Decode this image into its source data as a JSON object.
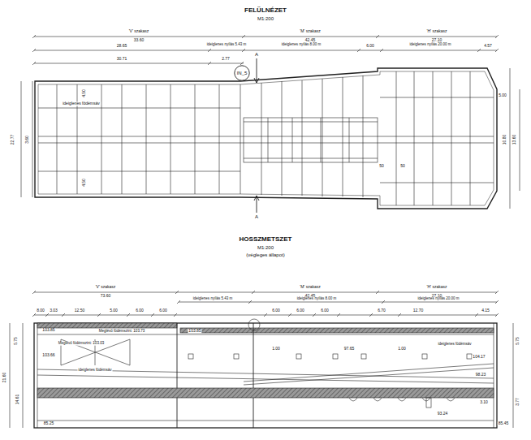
{
  "diagram": {
    "nodes": [
      {
        "text": [
          "IN_5"
        ]
      }
    ],
    "labels": [
      "FELÜLNÉZET",
      "M1:200",
      "'V' szakasz",
      "33.60",
      "'M' szakasz",
      "42.45",
      "'H' szakasz",
      "27.10",
      "28.65",
      "ideiglenes nyílás 5.43 m",
      "ideiglenes nyílás 8.00 m",
      "6.00",
      "ideiglenes nyílás 20.00 m",
      "4.57",
      "30.71",
      "2.77",
      "A",
      "A",
      "ideiglenes födémsáv",
      "22.77",
      "3.60",
      "4.50",
      "4.50",
      "10.80",
      "13.60",
      "5.00",
      "50",
      "50",
      "HOSSZMETSZET",
      "M1:200",
      "(végleges állapot)",
      "'V' szakasz",
      "'M' szakasz",
      "'H' szakasz",
      "73.60",
      "42.45",
      "27.10",
      "ideiglenes nyílás 5.43 m",
      "ideiglenes nyílás 8.00 m",
      "ideiglenes nyílás 20.00 m",
      "8.00",
      "3.03",
      "12.50",
      "5.00",
      "6.00",
      "6.00",
      "6.00",
      "6.00",
      "6.00",
      "6.70",
      "12.70",
      "4.15",
      "103.85",
      "Meglévő födémszint: 103.73",
      "Meglévő födémszint: 103.03",
      "103.66",
      "ideiglenes födémsáv",
      "103.85",
      "97.65",
      "1.00",
      "1.00",
      "104.17",
      "ideiglenes födémsáv",
      "98.23",
      "3.10",
      "93.24",
      "85.25",
      "85.45",
      "5.75",
      "21.60",
      "14.61",
      "5.75",
      "3.77"
    ]
  }
}
